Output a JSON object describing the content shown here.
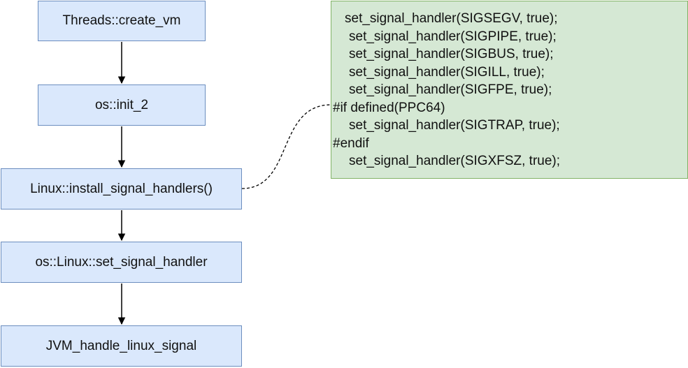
{
  "nodes": {
    "create_vm": "Threads::create_vm",
    "init_2": "os::init_2",
    "install_signal_handlers": "Linux::install_signal_handlers()",
    "set_signal_handler": "os::Linux::set_signal_handler",
    "jvm_handle_linux_signal": "JVM_handle_linux_signal"
  },
  "code_box": {
    "lines": [
      "set_signal_handler(SIGSEGV, true);",
      "set_signal_handler(SIGPIPE, true);",
      "set_signal_handler(SIGBUS, true);",
      "set_signal_handler(SIGILL, true);",
      "set_signal_handler(SIGFPE, true);",
      "#if defined(PPC64)",
      "set_signal_handler(SIGTRAP, true);",
      "#endif",
      "set_signal_handler(SIGXFSZ, true);"
    ]
  },
  "colors": {
    "flow_node_fill": "#dae8fc",
    "flow_node_border": "#6c8ebf",
    "code_box_fill": "#d5e8d4",
    "code_box_border": "#82b366",
    "edge": "#000000"
  }
}
